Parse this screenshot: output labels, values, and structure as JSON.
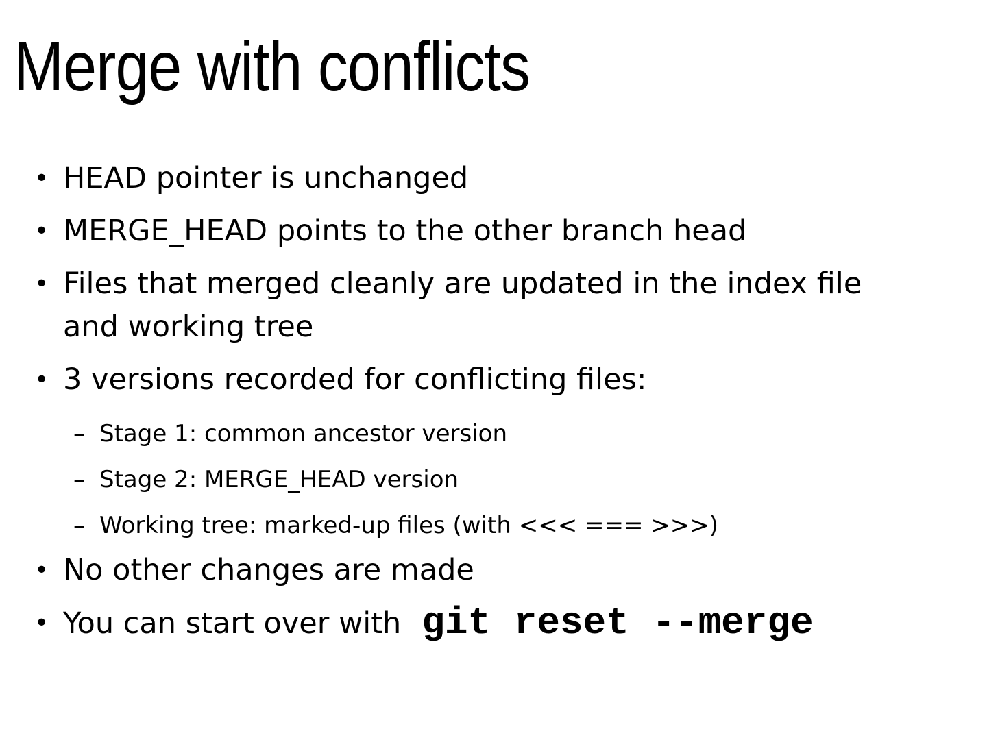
{
  "slide": {
    "title": "Merge with conflicts",
    "markers": {
      "level1": "•",
      "level2": "–"
    },
    "bullets": [
      {
        "level": 1,
        "text": "HEAD pointer is unchanged"
      },
      {
        "level": 1,
        "text": "MERGE_HEAD points to the other branch head"
      },
      {
        "level": 1,
        "text": "Files that merged cleanly are updated in the index file\nand working tree"
      },
      {
        "level": 1,
        "text": "3 versions recorded for conflicting files:"
      },
      {
        "level": 2,
        "text": "Stage 1: common ancestor version"
      },
      {
        "level": 2,
        "text": "Stage 2: MERGE_HEAD version"
      },
      {
        "level": 2,
        "text": "Working tree: marked-up files (with <<< === >>>)"
      },
      {
        "level": 1,
        "text": "No other changes are made"
      },
      {
        "level": 1,
        "text": "You can start over with",
        "code": "git reset --merge"
      }
    ],
    "colors": {
      "background": "#ffffff",
      "text": "#000000"
    }
  }
}
